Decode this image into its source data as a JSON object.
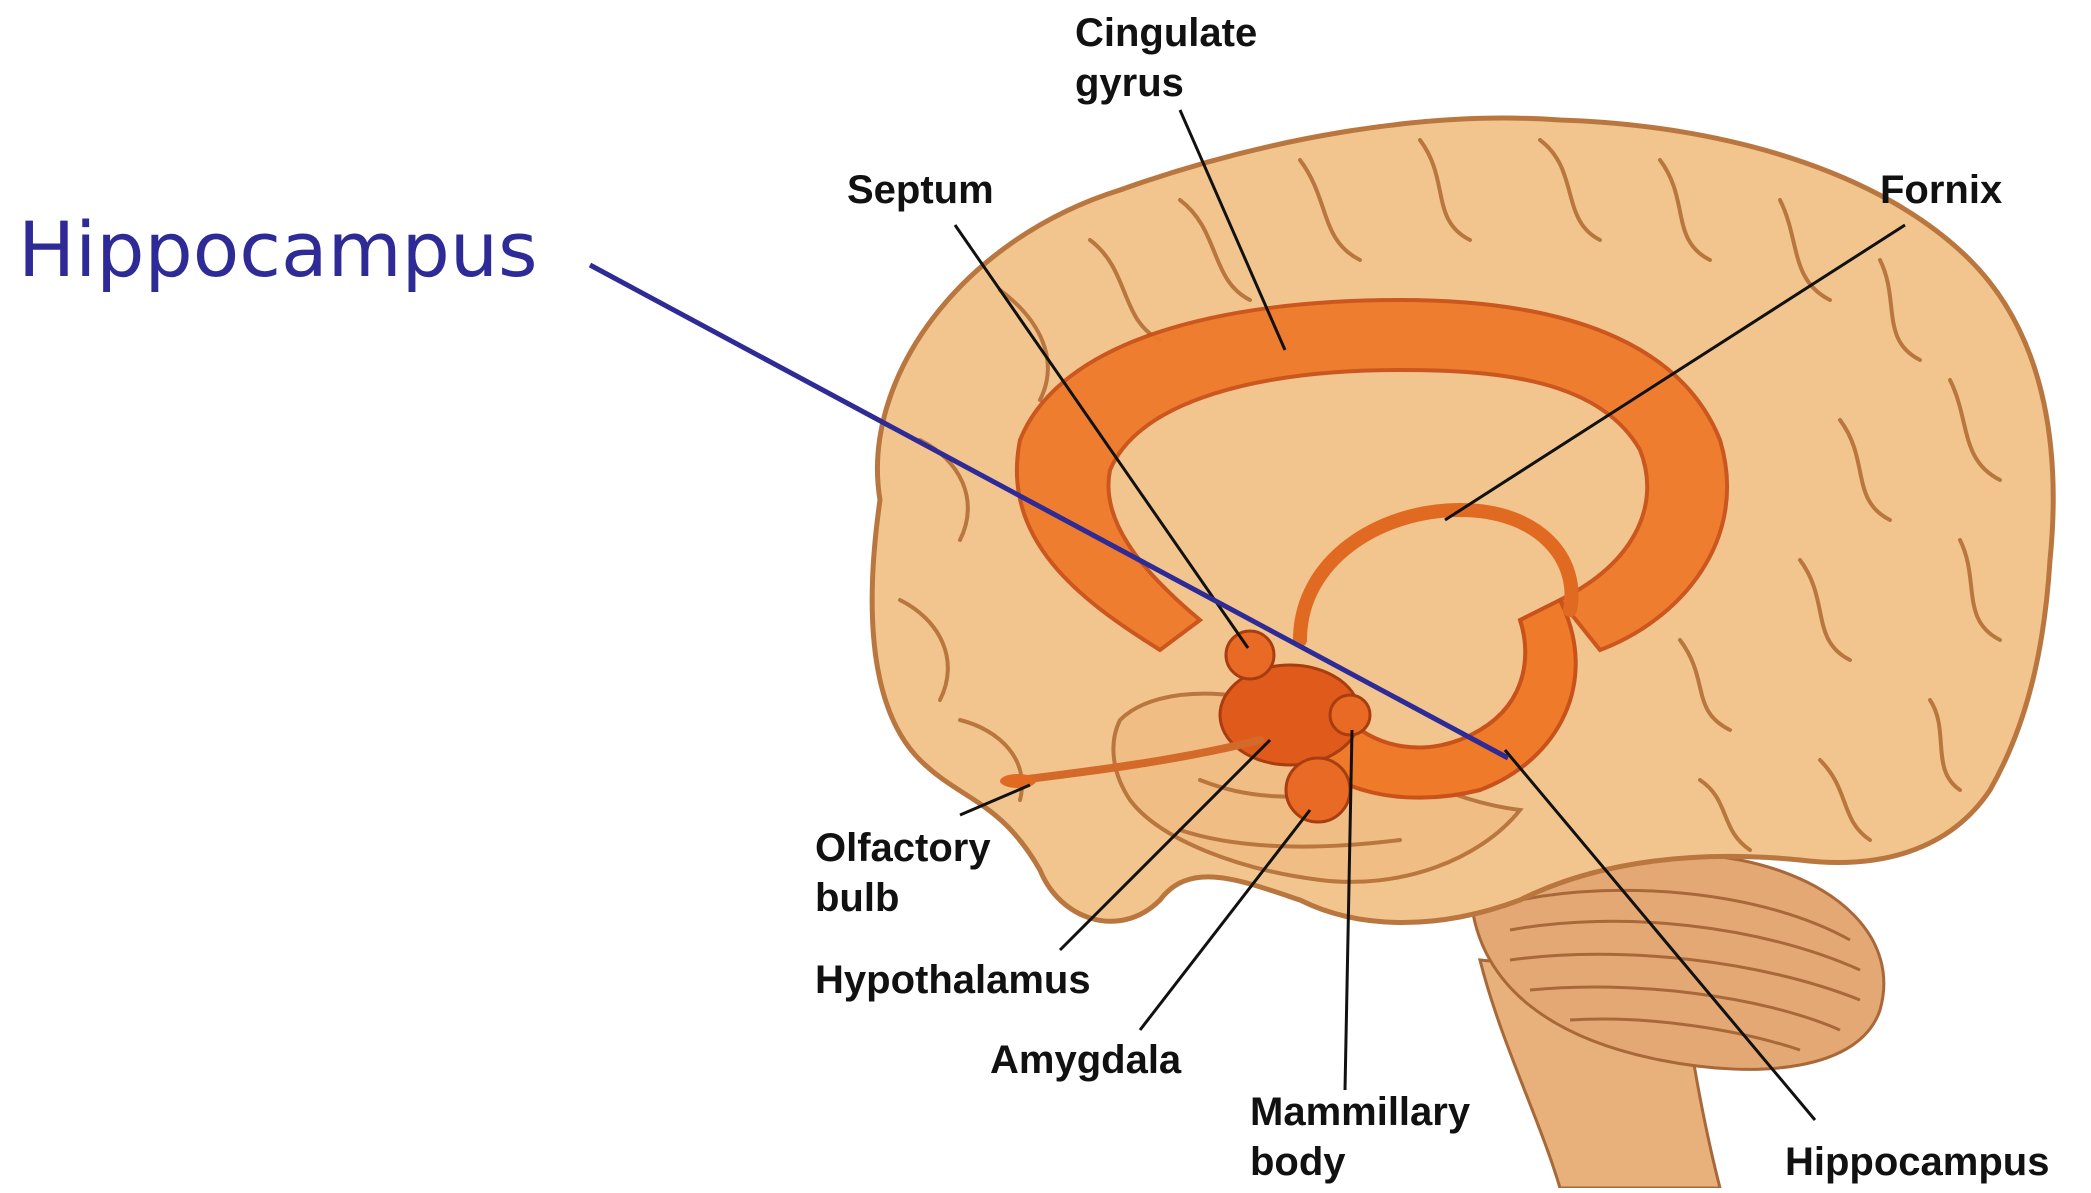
{
  "callout": {
    "label": "Hippocampus",
    "color": "#2e2a96"
  },
  "labels": {
    "cingulate_1": "Cingulate",
    "cingulate_2": "gyrus",
    "septum": "Septum",
    "fornix": "Fornix",
    "olfactory_1": "Olfactory",
    "olfactory_2": "bulb",
    "hypothalamus": "Hypothalamus",
    "amygdala": "Amygdala",
    "mammillary_1": "Mammillary",
    "mammillary_2": "body",
    "hippocampus": "Hippocampus"
  },
  "colors": {
    "brain_fill": "#f2c58f",
    "brain_fold": "#b9773f",
    "limbic": "#ee7a2a",
    "limbic_dark": "#c9521a",
    "cerebellum": "#e3a873",
    "leader": "#111111"
  }
}
